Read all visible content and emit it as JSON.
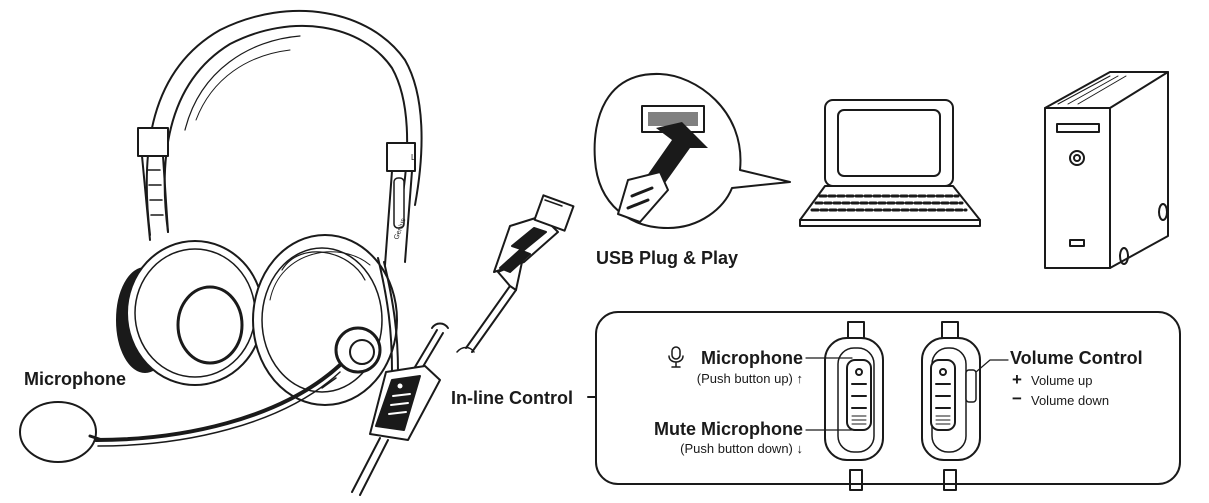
{
  "labels": {
    "usb_plug_play": "USB Plug & Play",
    "microphone": "Microphone",
    "inline_control": "In-line Control"
  },
  "controls": {
    "microphone_title": "Microphone",
    "microphone_sub": "(Push button up) ↑",
    "mute_title": "Mute Microphone",
    "mute_sub": "(Push button down) ↓",
    "volume_title": "Volume Control",
    "volume_up_symbol": "+",
    "volume_up": "Volume up",
    "volume_down_symbol": "−",
    "volume_down": "Volume down"
  },
  "headset": {
    "side_mark": "L",
    "brand": "Genius"
  }
}
